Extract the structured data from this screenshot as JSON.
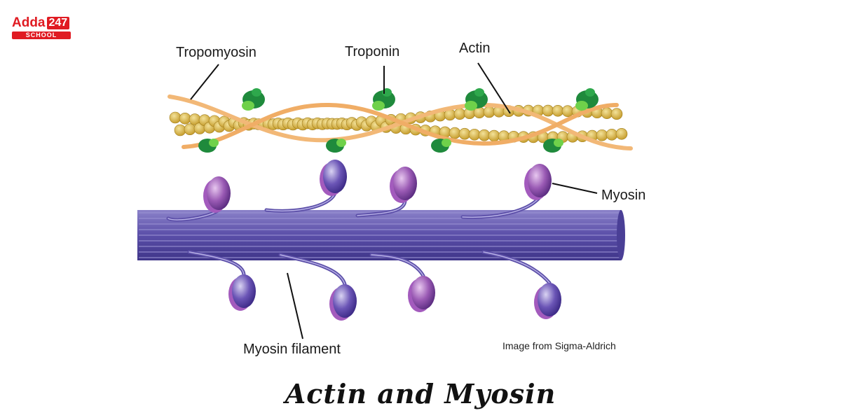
{
  "logo": {
    "brand": "Adda",
    "number": "247",
    "sub": "SCHOOL"
  },
  "labels": {
    "tropomyosin": "Tropomyosin",
    "troponin": "Troponin",
    "actin": "Actin",
    "myosin": "Myosin",
    "myosin_filament": "Myosin filament"
  },
  "credit": "Image from Sigma-Aldrich",
  "caption": "Actin and Myosin",
  "colors": {
    "actin_bead": "#d9b84a",
    "tropomyosin": "#f2b877",
    "troponin": "#1f8a3c",
    "filament": "#6a5fb0",
    "myosin_head": "#8a4aa6"
  }
}
